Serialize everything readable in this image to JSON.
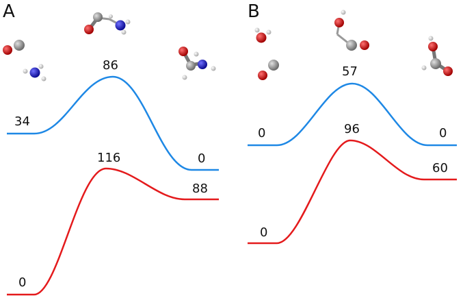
{
  "panels": [
    {
      "label": "A",
      "curves": [
        {
          "color": "#1e88e5",
          "values": {
            "reactant": "34",
            "transition": "86",
            "product": "0"
          }
        },
        {
          "color": "#e41a1c",
          "values": {
            "reactant": "0",
            "transition": "116",
            "product": "88"
          }
        }
      ],
      "molecules": {
        "reactants": [
          "CO",
          "NH3"
        ],
        "transition_state": "CO-NH3 complex",
        "product": "formamide"
      }
    },
    {
      "label": "B",
      "curves": [
        {
          "color": "#1e88e5",
          "values": {
            "reactant": "0",
            "transition": "57",
            "product": "0"
          }
        },
        {
          "color": "#e41a1c",
          "values": {
            "reactant": "0",
            "transition": "96",
            "product": "60"
          }
        }
      ],
      "molecules": {
        "reactants": [
          "H2O",
          "CO"
        ],
        "transition_state": "CO-H2O complex",
        "product": "formic acid"
      }
    }
  ],
  "atom_colors": {
    "carbon": "#8c8c8c",
    "oxygen": "#d01818",
    "nitrogen": "#1414c8",
    "hydrogen": "#e8e8e8"
  }
}
